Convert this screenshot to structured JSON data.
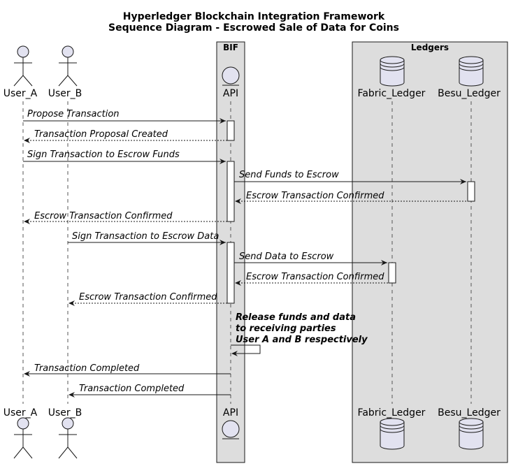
{
  "diagram": {
    "title_line1": "Hyperledger Blockchain Integration Framework",
    "title_line2": "Sequence Diagram - Escrowed Sale of Data for Coins",
    "boxes": [
      {
        "id": "bif",
        "label": "BIF"
      },
      {
        "id": "ledgers",
        "label": "Ledgers"
      }
    ],
    "participants": [
      {
        "id": "user_a",
        "label": "User_A",
        "kind": "actor"
      },
      {
        "id": "user_b",
        "label": "User_B",
        "kind": "actor"
      },
      {
        "id": "api",
        "label": "API",
        "kind": "entity"
      },
      {
        "id": "fabric",
        "label": "Fabric_Ledger",
        "kind": "database"
      },
      {
        "id": "besu",
        "label": "Besu_Ledger",
        "kind": "database"
      }
    ],
    "messages": [
      {
        "label": "Propose Transaction",
        "from": "user_a",
        "to": "api",
        "style": "solid"
      },
      {
        "label": "Transaction Proposal Created",
        "from": "api",
        "to": "user_a",
        "style": "dashed"
      },
      {
        "label": "Sign Transaction to Escrow Funds",
        "from": "user_a",
        "to": "api",
        "style": "solid"
      },
      {
        "label": "Send Funds to Escrow",
        "from": "api",
        "to": "besu",
        "style": "solid"
      },
      {
        "label": "Escrow Transaction Confirmed",
        "from": "besu",
        "to": "api",
        "style": "dashed"
      },
      {
        "label": "Escrow Transaction Confirmed",
        "from": "api",
        "to": "user_a",
        "style": "dashed"
      },
      {
        "label": "Sign Transaction to Escrow Data",
        "from": "user_b",
        "to": "api",
        "style": "solid"
      },
      {
        "label": "Send Data to Escrow",
        "from": "api",
        "to": "fabric",
        "style": "solid"
      },
      {
        "label": "Escrow Transaction Confirmed",
        "from": "fabric",
        "to": "api",
        "style": "dashed"
      },
      {
        "label": "Escrow Transaction Confirmed",
        "from": "api",
        "to": "user_b",
        "style": "dashed"
      },
      {
        "label": "Transaction Completed",
        "from": "api",
        "to": "user_a",
        "style": "solid"
      },
      {
        "label": "Transaction Completed",
        "from": "api",
        "to": "user_b",
        "style": "solid"
      }
    ],
    "self_message": {
      "lines": [
        "Release funds and data",
        "to receiving parties",
        "User A and B respectively"
      ]
    },
    "colors": {
      "participant_fill": "#E2E2F0",
      "box_fill": "#DDDDDD",
      "line": "#181818"
    }
  }
}
